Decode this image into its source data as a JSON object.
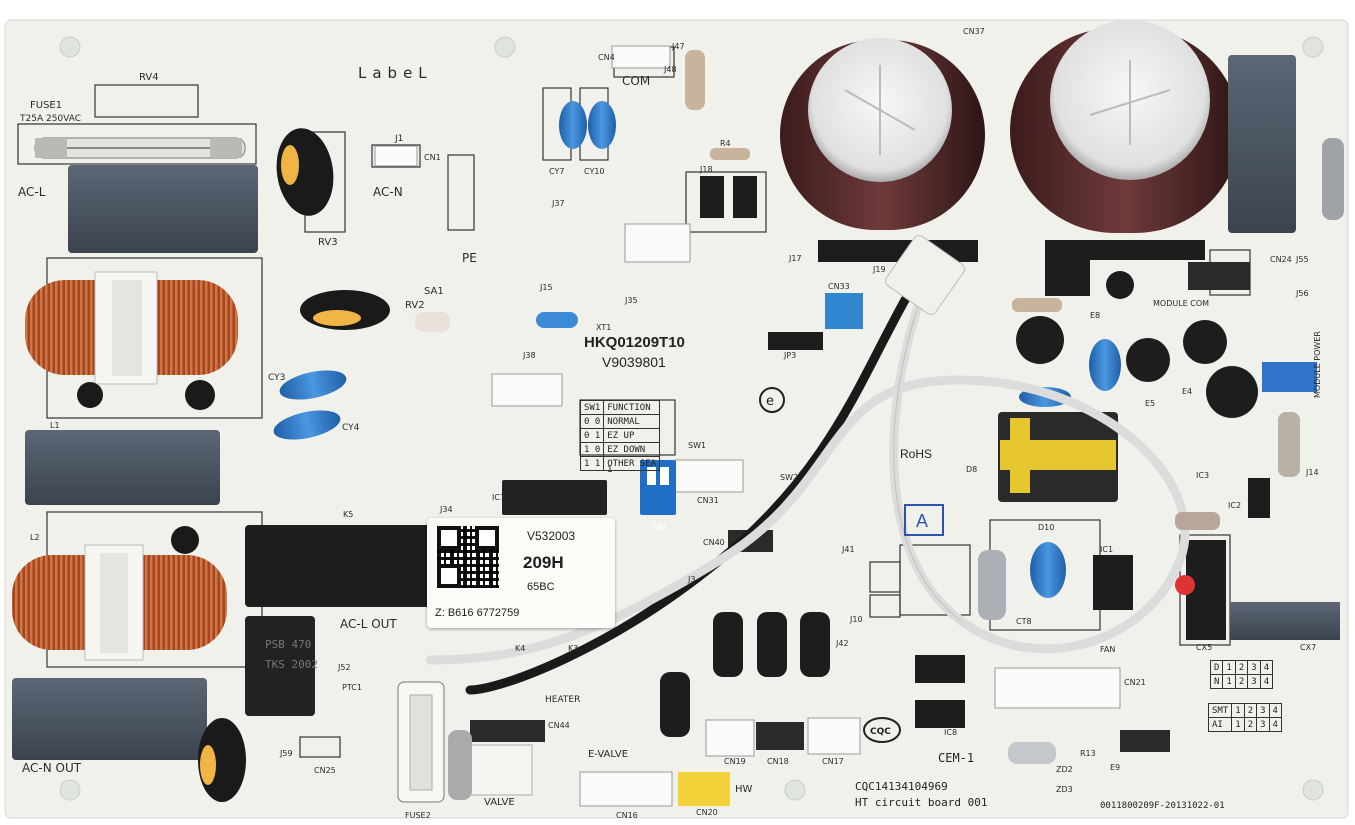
{
  "board": {
    "label_text": "LabeL",
    "model": "HKQ01209T10",
    "code": "V9039801",
    "rohs": "RoHS",
    "cem": "CEM-1",
    "qc_code": "CQC14134104969",
    "board_name": "HT circuit board 001",
    "serial": "0011800209F-20131022-01",
    "boxed_a": "A",
    "ccc": "CQC",
    "fuse1_title": "FUSE1",
    "fuse1_rating": "T25A 250VAC",
    "number_1": "1"
  },
  "sticker": {
    "line1": "V532003",
    "line2": "209H",
    "line3": "65BC",
    "line4": "Z: B616   6772759"
  },
  "silkscreen": {
    "ac_l": "AC-L",
    "ac_n": "AC-N",
    "ac_l_out": "AC-L OUT",
    "ac_n_out": "AC-N OUT",
    "pe": "PE",
    "com": "COM",
    "e_valve": "E-VALVE",
    "valve": "VALVE",
    "hw": "HW",
    "heater": "HEATER",
    "module_com": "MODULE COM",
    "module_power": "MODULE POWER",
    "rv4": "RV4",
    "rv3": "RV3",
    "rv2": "RV2",
    "sa1": "SA1",
    "cy7": "CY7",
    "cy10": "CY10",
    "cy3": "CY3",
    "cy4": "CY4",
    "j1": "J1",
    "cn1": "CN1",
    "cn4": "CN4",
    "j47": "J47",
    "j48": "J48",
    "j37": "J37",
    "j38": "J38",
    "j35": "J35",
    "j15": "J15",
    "j17": "J17",
    "j19": "J19",
    "j18": "J18",
    "r4": "R4",
    "cn33": "CN33",
    "jp3": "JP3",
    "l1": "L1",
    "l2": "L2",
    "k5": "K5",
    "k4": "K4",
    "k3": "K3",
    "j34": "J34",
    "ic7": "IC7",
    "sw1": "SW1",
    "sw2": "SW2",
    "cn31": "CN31",
    "cn40": "CN40",
    "cn44": "CN44",
    "cn21": "CN21",
    "cn19": "CN19",
    "cn16": "CN16",
    "cn17": "CN17",
    "cn18": "CN18",
    "cn20": "CN20",
    "cn25": "CN25",
    "fuse2": "FUSE2",
    "ptc1": "PTC1",
    "ic1": "IC1",
    "ic2": "IC2",
    "ic3": "IC3",
    "ic8": "IC8",
    "d8": "D8",
    "d10": "D10",
    "cx7": "CX7",
    "cx5": "CX5",
    "r13": "R13",
    "zd2": "ZD2",
    "zd3": "ZD3",
    "e4": "E4",
    "e5": "E5",
    "e8": "E8",
    "e9": "E9",
    "j14": "J14",
    "j41": "J41",
    "j42": "J42",
    "j10": "J10",
    "j3": "J3",
    "j59": "J59",
    "j52": "J52",
    "j55": "J55",
    "j56": "J56",
    "cn24": "CN24",
    "cn37": "CN37",
    "fan": "FAN",
    "xt1": "XT1",
    "ct8": "CT8"
  },
  "sw_table": {
    "rows": [
      [
        "SW1",
        "FUNCTION"
      ],
      [
        "0 0",
        "NORMAL"
      ],
      [
        "0 1",
        "EZ UP"
      ],
      [
        "1 0",
        "EZ DOWN"
      ],
      [
        "1 1",
        "OTHER SEA"
      ]
    ]
  },
  "d_table": {
    "label": "D",
    "cells": [
      "1",
      "2",
      "3",
      "4"
    ]
  },
  "n_table": {
    "label": "N",
    "cells": [
      "1",
      "2",
      "3",
      "4"
    ]
  },
  "smt_table": {
    "label": "SMT",
    "cells": [
      "1",
      "2",
      "3",
      "4"
    ]
  },
  "ai_table": {
    "label": "AI",
    "cells": [
      "1",
      "2",
      "3",
      "4"
    ]
  },
  "dip": {
    "label_on": "ON",
    "nums": [
      "1",
      "2"
    ]
  },
  "colors": {
    "pcb": "#f2f2ee",
    "electrolytic": "#5a2a2a",
    "copper": "#b2532a",
    "relay": "#1d1d1d",
    "blue_cap": "#2f78c4",
    "filter_box": "#4a5563",
    "dip_switch": "#1f6fc7",
    "yellow_connector": "#f3d23a",
    "transformer": "#e6c72f"
  }
}
